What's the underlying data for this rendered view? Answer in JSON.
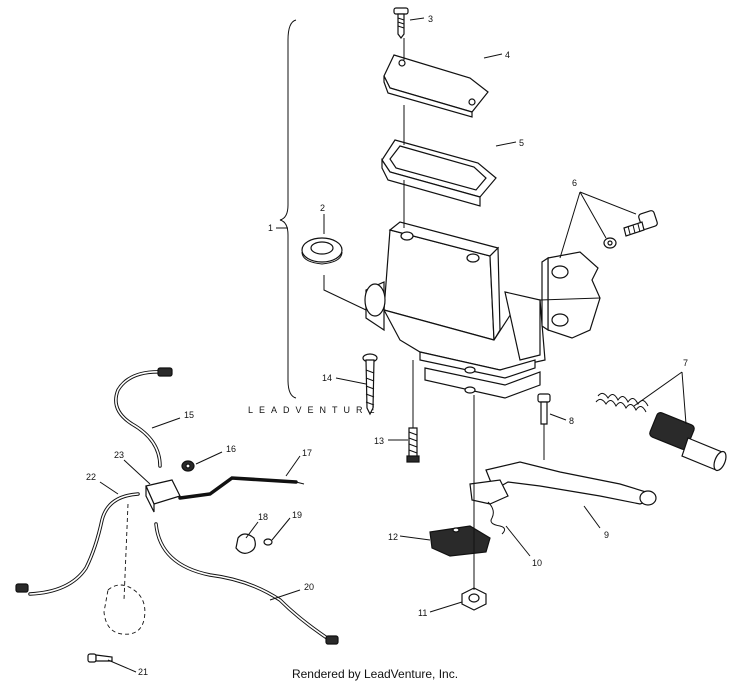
{
  "watermark": "LEADVENTURE",
  "footer": "Rendered by LeadVenture, Inc.",
  "callouts": [
    "1",
    "2",
    "3",
    "4",
    "5",
    "6",
    "7",
    "8",
    "9",
    "10",
    "11",
    "12",
    "13",
    "14",
    "15",
    "16",
    "17",
    "18",
    "19",
    "20",
    "21",
    "22",
    "23"
  ]
}
